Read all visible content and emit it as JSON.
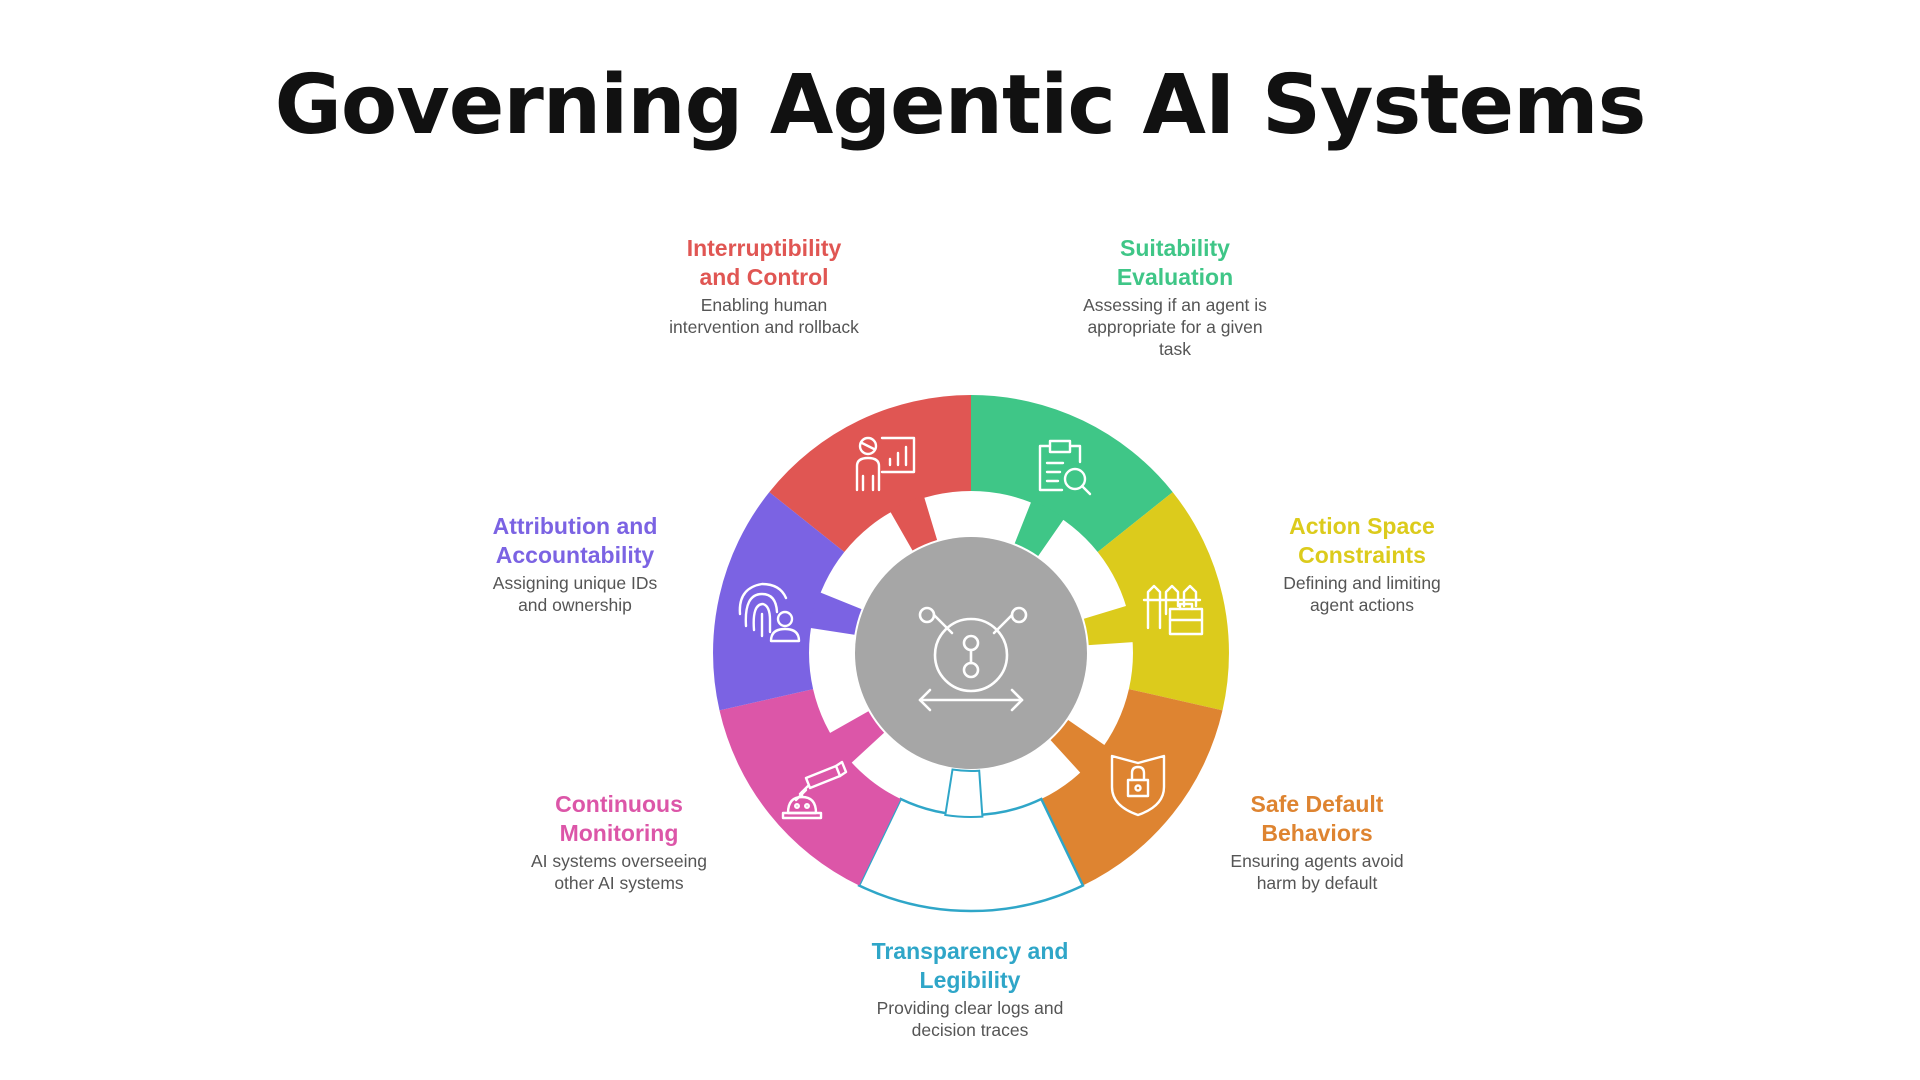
{
  "title": "Governing Agentic AI Systems",
  "center": {
    "color": "#a6a6a6",
    "icon": "decision-branch-icon"
  },
  "segments": [
    {
      "id": "interruptibility",
      "title_lines": [
        "Interruptibility",
        "and Control"
      ],
      "desc_lines": [
        "Enabling human",
        "intervention and rollback"
      ],
      "color": "#e05653",
      "icon": "presenter-chart-icon"
    },
    {
      "id": "suitability",
      "title_lines": [
        "Suitability",
        "Evaluation"
      ],
      "desc_lines": [
        "Assessing if an agent is",
        "appropriate for a given",
        "task"
      ],
      "color": "#3fc687",
      "icon": "clipboard-search-icon"
    },
    {
      "id": "action-space",
      "title_lines": [
        "Action Space",
        "Constraints"
      ],
      "desc_lines": [
        "Defining and limiting",
        "agent actions"
      ],
      "color": "#dccb1c",
      "icon": "fence-briefcase-icon"
    },
    {
      "id": "safe-default",
      "title_lines": [
        "Safe Default",
        "Behaviors"
      ],
      "desc_lines": [
        "Ensuring agents avoid",
        "harm by default"
      ],
      "color": "#de8431",
      "icon": "shield-lock-icon"
    },
    {
      "id": "transparency",
      "title_lines": [
        "Transparency and",
        "Legibility"
      ],
      "desc_lines": [
        "Providing clear logs and",
        "decision traces"
      ],
      "color": "#2fa6c8",
      "icon": ""
    },
    {
      "id": "monitoring",
      "title_lines": [
        "Continuous",
        "Monitoring"
      ],
      "desc_lines": [
        "AI systems overseeing",
        "other AI systems"
      ],
      "color": "#dc56a8",
      "icon": "camera-robot-icon"
    },
    {
      "id": "attribution",
      "title_lines": [
        "Attribution and",
        "Accountability"
      ],
      "desc_lines": [
        "Assigning unique IDs",
        "and ownership"
      ],
      "color": "#7b63e3",
      "icon": "fingerprint-user-icon"
    }
  ]
}
